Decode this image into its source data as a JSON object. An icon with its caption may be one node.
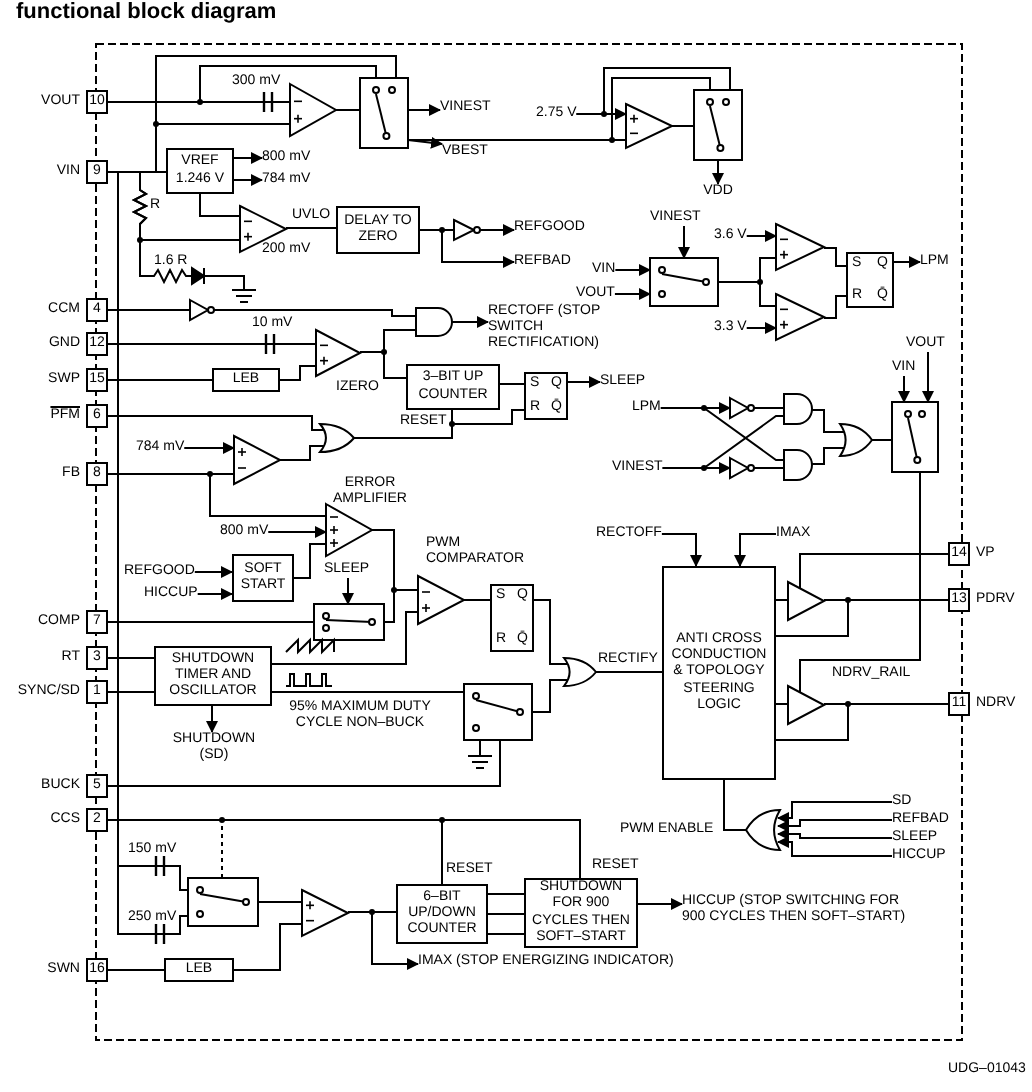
{
  "diagram": {
    "title": "functional block diagram",
    "nodes": [
      {
        "text": [
          "10"
        ],
        "beside": [
          "VOUT"
        ]
      },
      {
        "text": [
          "9"
        ],
        "beside": [
          "VIN"
        ]
      },
      {
        "text": [
          "4"
        ],
        "beside": [
          "CCM"
        ]
      },
      {
        "text": [
          "12"
        ],
        "beside": [
          "GND"
        ]
      },
      {
        "text": [
          "15"
        ],
        "beside": [
          "SWP"
        ]
      },
      {
        "text": [
          "6"
        ],
        "beside": [
          "PFM"
        ]
      },
      {
        "text": [
          "8"
        ],
        "beside": [
          "FB"
        ]
      },
      {
        "text": [
          "7"
        ],
        "beside": [
          "COMP"
        ]
      },
      {
        "text": [
          "3"
        ],
        "beside": [
          "RT"
        ]
      },
      {
        "text": [
          "1"
        ],
        "beside": [
          "SYNC/SD"
        ]
      },
      {
        "text": [
          "5"
        ],
        "beside": [
          "BUCK"
        ]
      },
      {
        "text": [
          "2"
        ],
        "beside": [
          "CCS"
        ]
      },
      {
        "text": [
          "16"
        ],
        "beside": [
          "SWN"
        ]
      },
      {
        "text": [
          "14"
        ],
        "beside": [
          "VP"
        ]
      },
      {
        "text": [
          "13"
        ],
        "beside": [
          "PDRV"
        ]
      },
      {
        "text": [
          "11"
        ],
        "beside": [
          "NDRV"
        ]
      },
      {
        "text": [
          "VREF",
          "1.246 V"
        ]
      },
      {
        "text": [
          "DELAY TO ZERO"
        ]
      },
      {
        "text": [
          "LEB"
        ]
      },
      {
        "text": [
          "3–BIT UP COUNTER"
        ]
      },
      {
        "text": [
          "S",
          "Q",
          "R",
          "Q̄"
        ]
      },
      {
        "text": [
          "S",
          "Q",
          "R",
          "Q̄"
        ]
      },
      {
        "text": [
          "SOFT START"
        ]
      },
      {
        "text": [
          "SHUTDOWN TIMER AND OSCILLATOR"
        ]
      },
      {
        "text": [
          "S",
          "Q",
          "R",
          "Q̄"
        ]
      },
      {
        "text": [
          "ANTI CROSS CONDUCTION & TOPOLOGY STEERING LOGIC"
        ]
      },
      {
        "text": [
          "LEB"
        ]
      },
      {
        "text": [
          "6–BIT UP/DOWN COUNTER"
        ]
      },
      {
        "text": [
          "SHUTDOWN FOR 900 CYCLES THEN SOFT–START"
        ]
      },
      {
        "text": [
          "HICCUP (STOP SWITCHING FOR 900 CYCLES THEN SOFT–START)"
        ]
      },
      {
        "text": [
          "SHUTDOWN (SD)"
        ]
      },
      {
        "text": [
          "VINEST"
        ]
      },
      {
        "text": [
          "VBEST"
        ]
      },
      {
        "text": [
          "VDD"
        ]
      },
      {
        "text": [
          "800 mV"
        ]
      },
      {
        "text": [
          "784 mV"
        ]
      },
      {
        "text": [
          "REFGOOD"
        ]
      },
      {
        "text": [
          "REFBAD"
        ]
      },
      {
        "text": [
          "LPM"
        ]
      },
      {
        "text": [
          "SLEEP"
        ]
      },
      {
        "text": [
          "RECTOFF (STOP SWITCH RECTIFICATION)"
        ]
      },
      {
        "text": [
          "IMAX (STOP ENERGIZING INDICATOR)"
        ]
      },
      {
        "text": [
          "REFGOOD"
        ]
      },
      {
        "text": [
          "HICCUP"
        ]
      },
      {
        "text": [
          "RECTOFF"
        ]
      },
      {
        "text": [
          "IMAX"
        ]
      },
      {
        "text": [
          "2.75 V"
        ]
      },
      {
        "text": [
          "VINEST"
        ]
      },
      {
        "text": [
          "VIN"
        ]
      },
      {
        "text": [
          "VOUT"
        ]
      },
      {
        "text": [
          "3.6 V"
        ]
      },
      {
        "text": [
          "3.3 V"
        ]
      },
      {
        "text": [
          "LPM"
        ]
      },
      {
        "text": [
          "VINEST"
        ]
      },
      {
        "text": [
          "VOUT"
        ]
      },
      {
        "text": [
          "VIN"
        ]
      },
      {
        "text": [
          "784 mV"
        ]
      },
      {
        "text": [
          "800 mV"
        ]
      },
      {
        "text": [
          "SD"
        ]
      },
      {
        "text": [
          "REFBAD"
        ]
      },
      {
        "text": [
          "SLEEP"
        ]
      },
      {
        "text": [
          "HICCUP"
        ]
      },
      {
        "text": [
          "SLEEP"
        ]
      },
      {
        "text": [],
        "shape": "comparator"
      },
      {
        "text": [],
        "shape": "switch"
      },
      {
        "text": [],
        "shape": "comparator"
      },
      {
        "text": [],
        "shape": "switch"
      },
      {
        "text": [],
        "shape": "comparator"
      },
      {
        "text": [],
        "shape": "inverter"
      },
      {
        "text": [],
        "shape": "switch"
      },
      {
        "text": [],
        "shape": "comparator"
      },
      {
        "text": [],
        "shape": "comparator"
      },
      {
        "text": [],
        "shape": "inverter"
      },
      {
        "text": [],
        "shape": "and-gate"
      },
      {
        "text": [],
        "shape": "comparator"
      },
      {
        "text": [],
        "shape": "or-gate"
      },
      {
        "text": [],
        "shape": "comparator"
      },
      {
        "text": [],
        "shape": "inverter"
      },
      {
        "text": [],
        "shape": "inverter"
      },
      {
        "text": [],
        "shape": "and-gate"
      },
      {
        "text": [],
        "shape": "and-gate"
      },
      {
        "text": [],
        "shape": "or-gate"
      },
      {
        "text": [],
        "shape": "switch"
      },
      {
        "text": [],
        "shape": "comparator"
      },
      {
        "text": [],
        "shape": "switch"
      },
      {
        "text": [],
        "shape": "comparator"
      },
      {
        "text": [],
        "shape": "switch"
      },
      {
        "text": [],
        "shape": "or-gate"
      },
      {
        "text": [],
        "shape": "buffer"
      },
      {
        "text": [],
        "shape": "buffer"
      },
      {
        "text": [],
        "shape": "or-gate"
      },
      {
        "text": [],
        "shape": "switch"
      },
      {
        "text": [],
        "shape": "comparator"
      },
      {
        "text": [],
        "shape": "ground"
      },
      {
        "text": [],
        "shape": "ground"
      }
    ],
    "edges": [
      {
        "from": 1,
        "to": 16,
        "arrow": "none"
      },
      {
        "from": 4,
        "to": 18,
        "arrow": "none"
      },
      {
        "from": 12,
        "to": 26,
        "arrow": "none"
      },
      {
        "from": 8,
        "to": 23,
        "arrow": "none"
      },
      {
        "from": 9,
        "to": 23,
        "arrow": "none"
      },
      {
        "from": 27,
        "to": 28,
        "arrow": "none"
      },
      {
        "from": 23,
        "to": 30,
        "arrow": "to"
      },
      {
        "from": 28,
        "to": 29,
        "arrow": "to"
      },
      {
        "from": 19,
        "to": 20,
        "arrow": "none"
      },
      {
        "from": 25,
        "to": 88,
        "arrow": "none"
      },
      {
        "from": 25,
        "to": 89,
        "arrow": "none"
      },
      {
        "from": 42,
        "to": 22,
        "arrow": "to"
      },
      {
        "from": 43,
        "to": 22,
        "arrow": "to"
      },
      {
        "from": 64,
        "to": 31,
        "arrow": "to"
      },
      {
        "from": 64,
        "to": 32,
        "arrow": "to"
      },
      {
        "from": 66,
        "to": 33,
        "arrow": "to"
      },
      {
        "from": 16,
        "to": 34,
        "arrow": "to"
      },
      {
        "from": 16,
        "to": 35,
        "arrow": "to"
      },
      {
        "from": 68,
        "to": 36,
        "arrow": "to"
      },
      {
        "from": 17,
        "to": 37,
        "arrow": "to"
      },
      {
        "from": 21,
        "to": 38,
        "arrow": "to"
      },
      {
        "from": 20,
        "to": 39,
        "arrow": "to"
      },
      {
        "from": 73,
        "to": 40,
        "arrow": "to"
      },
      {
        "from": 92,
        "to": 41,
        "arrow": "to"
      },
      {
        "from": 44,
        "to": 25,
        "arrow": "to"
      },
      {
        "from": 45,
        "to": 25,
        "arrow": "to"
      },
      {
        "from": 46,
        "to": 65,
        "arrow": "to"
      },
      {
        "from": 47,
        "to": 69,
        "arrow": "to"
      },
      {
        "from": 48,
        "to": 69,
        "arrow": "to"
      },
      {
        "from": 49,
        "to": 69,
        "arrow": "to"
      },
      {
        "from": 50,
        "to": 70,
        "arrow": "to"
      },
      {
        "from": 51,
        "to": 71,
        "arrow": "to"
      },
      {
        "from": 52,
        "to": 77,
        "arrow": "to"
      },
      {
        "from": 53,
        "to": 78,
        "arrow": "to"
      },
      {
        "from": 54,
        "to": 82,
        "arrow": "to"
      },
      {
        "from": 55,
        "to": 82,
        "arrow": "to"
      },
      {
        "from": 56,
        "to": 76,
        "arrow": "to"
      },
      {
        "from": 57,
        "to": 83,
        "arrow": "to"
      },
      {
        "from": 58,
        "to": 90,
        "arrow": "to"
      },
      {
        "from": 59,
        "to": 90,
        "arrow": "to"
      },
      {
        "from": 60,
        "to": 90,
        "arrow": "to"
      },
      {
        "from": 61,
        "to": 90,
        "arrow": "to"
      },
      {
        "from": 62,
        "to": 84,
        "arrow": "to"
      },
      {
        "from": 0,
        "to": 63,
        "arrow": "none"
      },
      {
        "from": 0,
        "to": 64,
        "arrow": "none"
      },
      {
        "from": 1,
        "to": 64,
        "arrow": "none"
      },
      {
        "from": 1,
        "to": 63,
        "arrow": "none"
      },
      {
        "from": 63,
        "to": 64,
        "arrow": "none"
      },
      {
        "from": 64,
        "to": 65,
        "arrow": "none"
      },
      {
        "from": 46,
        "to": 66,
        "arrow": "none"
      },
      {
        "from": 64,
        "to": 66,
        "arrow": "none"
      },
      {
        "from": 65,
        "to": 66,
        "arrow": "none"
      },
      {
        "from": 1,
        "to": 67,
        "arrow": "none"
      },
      {
        "from": 1,
        "to": 93,
        "arrow": "none"
      },
      {
        "from": 16,
        "to": 67,
        "arrow": "none"
      },
      {
        "from": 67,
        "to": 17,
        "label": "UVLO",
        "arrow": "none"
      },
      {
        "from": 17,
        "to": 68,
        "arrow": "none"
      },
      {
        "from": 2,
        "to": 72,
        "arrow": "none"
      },
      {
        "from": 72,
        "to": 73,
        "arrow": "none"
      },
      {
        "from": 3,
        "to": 74,
        "arrow": "none"
      },
      {
        "from": 18,
        "to": 74,
        "arrow": "none"
      },
      {
        "from": 74,
        "to": 73,
        "arrow": "none"
      },
      {
        "from": 74,
        "to": 19,
        "label": "IZERO",
        "arrow": "none"
      },
      {
        "from": 75,
        "to": 19,
        "label": "RESET",
        "arrow": "none"
      },
      {
        "from": 75,
        "to": 20,
        "arrow": "none"
      },
      {
        "from": 5,
        "to": 75,
        "arrow": "none"
      },
      {
        "from": 6,
        "to": 76,
        "arrow": "none"
      },
      {
        "from": 76,
        "to": 75,
        "arrow": "none"
      },
      {
        "from": 6,
        "to": 83,
        "arrow": "none"
      },
      {
        "from": 22,
        "to": 83,
        "arrow": "none"
      },
      {
        "from": 83,
        "to": 85,
        "arrow": "none"
      },
      {
        "from": 7,
        "to": 84,
        "arrow": "none"
      },
      {
        "from": 84,
        "to": 85,
        "arrow": "none"
      },
      {
        "from": 23,
        "to": 85,
        "arrow": "none"
      },
      {
        "from": 23,
        "to": 86,
        "arrow": "none"
      },
      {
        "from": 85,
        "to": 24,
        "arrow": "none"
      },
      {
        "from": 24,
        "to": 87,
        "arrow": "none"
      },
      {
        "from": 86,
        "to": 87,
        "arrow": "none"
      },
      {
        "from": 86,
        "to": 94,
        "arrow": "none"
      },
      {
        "from": 10,
        "to": 86,
        "arrow": "none"
      },
      {
        "from": 87,
        "to": 25,
        "label": "RECTIFY",
        "arrow": "none"
      },
      {
        "from": 13,
        "to": 88,
        "arrow": "none"
      },
      {
        "from": 88,
        "to": 14,
        "arrow": "none"
      },
      {
        "from": 88,
        "to": 25,
        "arrow": "none"
      },
      {
        "from": 89,
        "to": 15,
        "arrow": "none"
      },
      {
        "from": 89,
        "to": 25,
        "arrow": "none"
      },
      {
        "from": 82,
        "to": 89,
        "label": "NDRV_RAIL",
        "arrow": "none"
      },
      {
        "from": 52,
        "to": 80,
        "arrow": "none"
      },
      {
        "from": 53,
        "to": 79,
        "arrow": "none"
      },
      {
        "from": 77,
        "to": 79,
        "arrow": "none"
      },
      {
        "from": 78,
        "to": 80,
        "arrow": "none"
      },
      {
        "from": 79,
        "to": 81,
        "arrow": "none"
      },
      {
        "from": 80,
        "to": 81,
        "arrow": "none"
      },
      {
        "from": 81,
        "to": 82,
        "arrow": "none"
      },
      {
        "from": 69,
        "to": 70,
        "arrow": "none"
      },
      {
        "from": 69,
        "to": 71,
        "arrow": "none"
      },
      {
        "from": 70,
        "to": 21,
        "arrow": "none"
      },
      {
        "from": 71,
        "to": 21,
        "arrow": "none"
      },
      {
        "from": 25,
        "to": 90,
        "label": "PWM ENABLE",
        "arrow": "none"
      },
      {
        "from": 11,
        "to": 91,
        "arrow": "none",
        "style": "dashed"
      },
      {
        "from": 11,
        "to": 27,
        "label": "RESET",
        "arrow": "none"
      },
      {
        "from": 11,
        "to": 28,
        "label": "RESET",
        "arrow": "none"
      },
      {
        "from": 1,
        "to": 91,
        "arrow": "none"
      },
      {
        "from": 1,
        "to": 91,
        "arrow": "none"
      },
      {
        "from": 91,
        "to": 92,
        "arrow": "none"
      },
      {
        "from": 26,
        "to": 92,
        "arrow": "none"
      },
      {
        "from": 92,
        "to": 27,
        "arrow": "none"
      },
      {
        "from": 27,
        "to": 28,
        "arrow": "none"
      },
      {
        "from": 27,
        "to": 28,
        "arrow": "none"
      }
    ],
    "labels": [
      "300 mV",
      "R",
      "1.6 R",
      "200 mV",
      "10 mV",
      "ERROR AMPLIFIER",
      "PWM COMPARATOR",
      "95% MAXIMUM DUTY CYCLE NON–BUCK",
      "150 mV",
      "250 mV",
      "UDG–01043"
    ]
  }
}
